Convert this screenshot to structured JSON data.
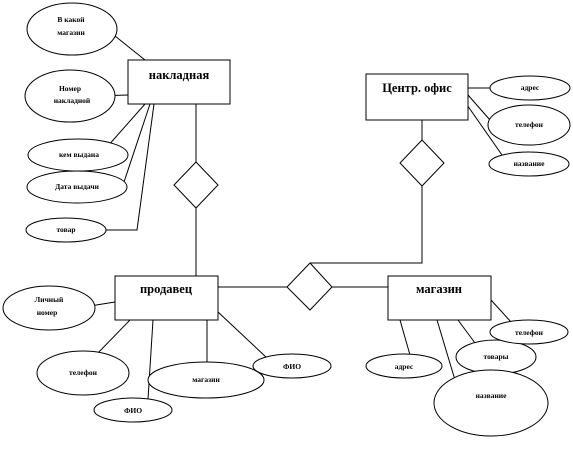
{
  "diagram": {
    "entities": {
      "invoice": "накладная",
      "central_office": "Центр. офис",
      "seller": "продавец",
      "store": "магазин"
    },
    "attributes": {
      "invoice_store_line1": "В какой",
      "invoice_store_line2": "магазин",
      "invoice_number_line1": "Номер",
      "invoice_number_line2": "накладной",
      "invoice_issued_by": "кем выдана",
      "invoice_issue_date": "Дата выдачи",
      "invoice_goods": "товар",
      "office_address": "адрес",
      "office_phone": "телефон",
      "office_name": "название",
      "seller_personal_number_line1": "Личный",
      "seller_personal_number_line2": "номер",
      "seller_phone": "телефон",
      "seller_fio_left": "ФИО",
      "seller_store": "магазин",
      "seller_fio_right": "ФИО",
      "store_address": "адрес",
      "store_goods": "товары",
      "store_phone": "телефон",
      "store_name": "название"
    }
  }
}
